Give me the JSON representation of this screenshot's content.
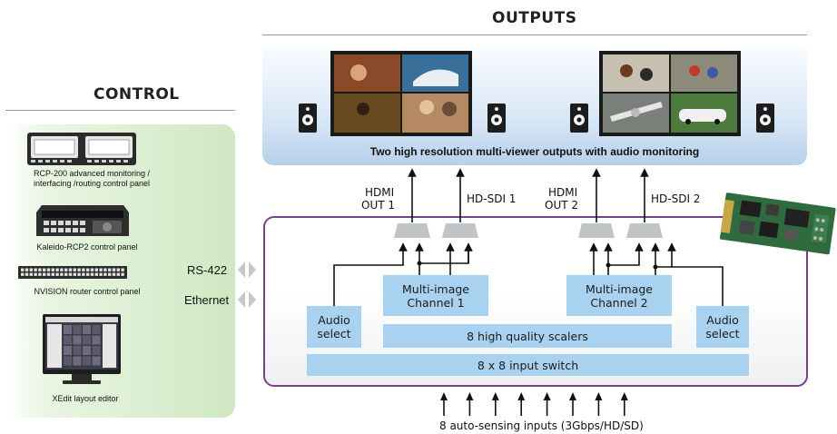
{
  "control": {
    "heading": "CONTROL",
    "items": [
      {
        "caption_line1": "RCP-200 advanced monitoring /",
        "caption_line2": "interfacing /routing control panel"
      },
      {
        "caption_line1": "Kaleido-RCP2 control panel"
      },
      {
        "caption_line1": "NVISION router control panel"
      },
      {
        "caption_line1": "XEdit layout editor"
      }
    ],
    "links": {
      "rs422": "RS-422",
      "ethernet": "Ethernet"
    }
  },
  "outputs": {
    "heading": "OUTPUTS",
    "caption": "Two high resolution multi-viewer outputs with audio monitoring",
    "labels": {
      "hdmi1_line1": "HDMI",
      "hdmi1_line2": "OUT 1",
      "sdi1": "HD-SDI 1",
      "hdmi2_line1": "HDMI",
      "hdmi2_line2": "OUT 2",
      "sdi2": "HD-SDI 2"
    }
  },
  "processing": {
    "audio_select_left_line1": "Audio",
    "audio_select_left_line2": "select",
    "audio_select_right_line1": "Audio",
    "audio_select_right_line2": "select",
    "multi_image_1_line1": "Multi-image",
    "multi_image_1_line2": "Channel 1",
    "multi_image_2_line1": "Multi-image",
    "multi_image_2_line2": "Channel 2",
    "scalers": "8 high quality scalers",
    "input_switch": "8 x 8 input switch"
  },
  "inputs": {
    "caption": "8 auto-sensing inputs (3Gbps/HD/SD)",
    "count": 8
  },
  "colors": {
    "frame": "#7a3f8a",
    "block": "#a9d2f0",
    "mux": "#bfc3c6",
    "control_panel": "#cfe8c2",
    "outputs_band": "#b7d0ea"
  }
}
